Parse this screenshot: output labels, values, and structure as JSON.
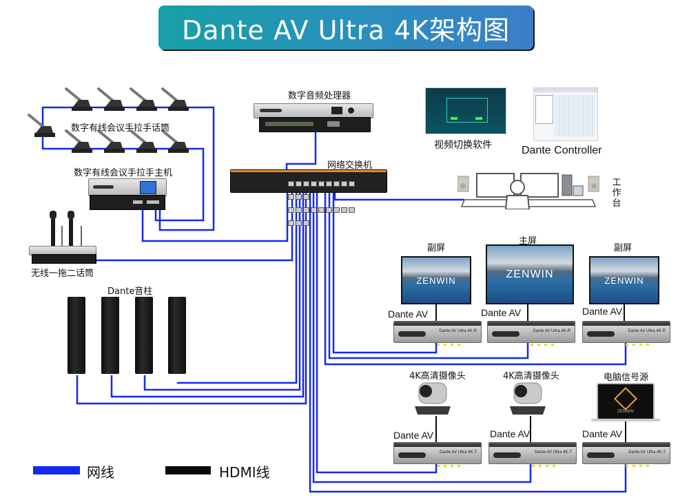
{
  "title": "Dante AV Ultra 4K架构图",
  "colors": {
    "network_cable": "#1428f0",
    "hdmi_cable": "#0a0a0a",
    "title_gradient_start": "#17a0a7",
    "title_gradient_end": "#3b7ec8",
    "switch_stripe": "#e98a2c"
  },
  "devices": {
    "conference_mics": {
      "label": "数字有线会议手拉手话筒",
      "count": 9
    },
    "conference_host": {
      "label": "数字有线会议手拉手主机"
    },
    "wireless_mic": {
      "label": "无线一拖二话筒"
    },
    "audio_processor": {
      "label": "数字音频处理器"
    },
    "network_switch": {
      "label": "网络交换机"
    },
    "video_switch_software": {
      "label": "视频切换软件"
    },
    "dante_controller": {
      "label": "Dante Controller"
    },
    "workstation": {
      "label": "工作台",
      "chars": [
        "工",
        "作",
        "台"
      ]
    },
    "speakers": {
      "label": "Dante音柱",
      "count": 4
    },
    "displays": [
      {
        "label": "副屏",
        "decoder_label": "Dante AV",
        "unit_text": "Dante AV Ultra 4K-R",
        "screen_logo": "ZENWIN"
      },
      {
        "label": "主屏",
        "decoder_label": "Dante AV",
        "unit_text": "Dante AV Ultra 4K-R",
        "screen_logo": "ZENWIN"
      },
      {
        "label": "副屏",
        "decoder_label": "Dante AV",
        "unit_text": "Dante AV Ultra 4K-R",
        "screen_logo": "ZENWIN"
      }
    ],
    "sources": [
      {
        "label": "4K高清摄像头",
        "encoder_label": "Dante AV",
        "unit_text": "Dante AV Ultra 4K-T"
      },
      {
        "label": "4K高清摄像头",
        "encoder_label": "Dante AV",
        "unit_text": "Dante AV Ultra 4K-T"
      },
      {
        "label": "电脑信号源",
        "encoder_label": "Dante AV",
        "unit_text": "Dante AV Ultra 4K-T",
        "screen_logo": "ZENWIN"
      }
    ]
  },
  "legend": [
    {
      "label": "网线",
      "color": "#1428f0",
      "icon": "blue-line-swatch"
    },
    {
      "label": "HDMI线",
      "color": "#0a0a0a",
      "icon": "black-line-swatch"
    }
  ]
}
